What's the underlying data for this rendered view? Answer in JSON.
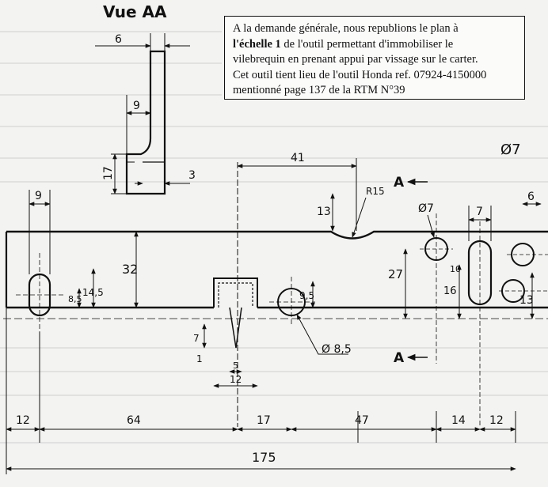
{
  "note": {
    "line1": "A la demande générale, nous republions le plan à",
    "bold": "l'échelle 1",
    "line2_rest": " de l'outil permettant d'immobiliser le",
    "line3": "vilebrequin en prenant appui par vissage sur le carter.",
    "line4": "Cet outil tient lieu de l'outil Honda ref. 07924-4150000",
    "line5": "mentionné page 137 de la RTM N°39"
  },
  "view_title": "Vue AA",
  "section_marks": [
    "A",
    "A"
  ],
  "dimensions": {
    "view_width": "6",
    "view_step": "9",
    "view_height": "17",
    "view_thickness": "3",
    "slot_width": "9",
    "top_offset": "41",
    "radius": "R15",
    "notch_depth": "13",
    "hole_a": "Ø7",
    "hole_b": "Ø7",
    "spacing_7": "7",
    "spacing_6": "6",
    "height_32": "32",
    "height_14_5": "14,5",
    "height_8_5": "8,5",
    "height_27": "27",
    "height_16": "16",
    "height_10": "10",
    "height_13": "13",
    "height_9_5": "9,5",
    "hole_c": "Ø 8,5",
    "tab_7": "7",
    "tab_1": "1",
    "tab_5": "5",
    "tab_12": "12",
    "bottom": [
      "12",
      "64",
      "17",
      "47",
      "14",
      "12"
    ],
    "total": "175"
  }
}
